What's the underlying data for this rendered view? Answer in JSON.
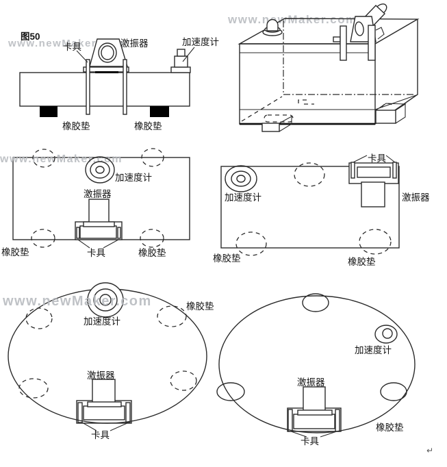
{
  "watermark": "www.newMaker.com",
  "colors": {
    "line": "#2a2a2a",
    "rubber_pad_fill": "#000000",
    "watermark": "#b5b8bd",
    "background": "#ffffff"
  },
  "diagrams": {
    "side_view": {
      "figure_no": "图50",
      "clamp": "卡具",
      "exciter": "激振器",
      "accelerometer": "加速度计",
      "rubber_pad_left": "橡胶垫",
      "rubber_pad_right": "橡胶垫"
    },
    "plan_rect_left": {
      "accelerometer": "加速度计",
      "exciter": "激振器",
      "clamp": "卡具",
      "rubber_pad_left": "橡胶垫",
      "rubber_pad_right": "橡胶垫"
    },
    "plan_rect_right": {
      "clamp": "卡具",
      "exciter": "激振器",
      "accelerometer": "加速度计",
      "rubber_pad_left": "橡胶垫",
      "rubber_pad_right": "橡胶垫"
    },
    "plan_circle_left": {
      "rubber_pad": "橡胶垫",
      "accelerometer": "加速度计",
      "exciter": "激振器",
      "clamp": "卡具"
    },
    "plan_circle_right": {
      "accelerometer": "加速度计",
      "exciter": "激振器",
      "rubber_pad": "橡胶垫",
      "clamp": "卡具",
      "paragraph_mark": "↵"
    }
  }
}
